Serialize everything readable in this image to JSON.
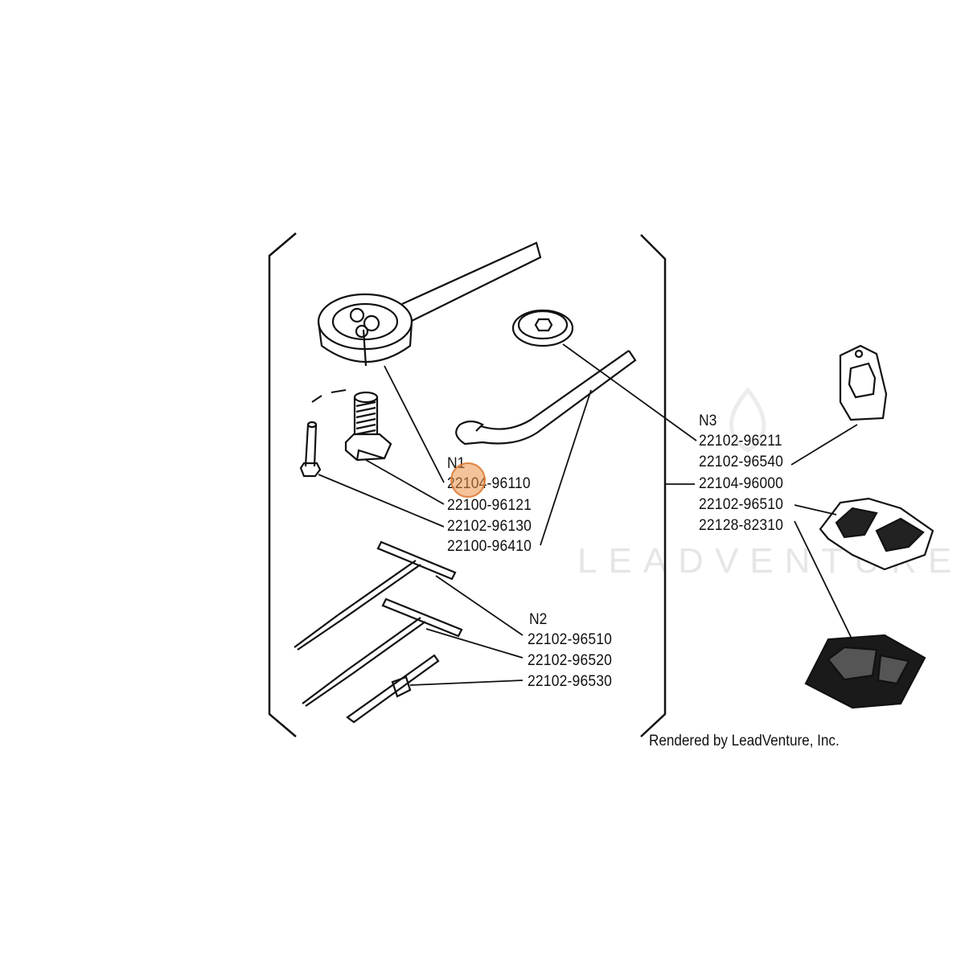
{
  "watermark": "LEADVENTURE",
  "credit": "Rendered by LeadVenture, Inc.",
  "groups": [
    {
      "label": "N1",
      "parts": [
        "22104-96110",
        "22100-96121",
        "22102-96130",
        "22100-96410"
      ]
    },
    {
      "label": "N2",
      "parts": [
        "22102-96510",
        "22102-96520",
        "22102-96530"
      ]
    },
    {
      "label": "N3",
      "parts": [
        "22102-96211",
        "22102-96540",
        "22104-96000",
        "22102-96510",
        "22128-82310"
      ]
    }
  ],
  "hotspot": {
    "part": "22104-96110",
    "color": "#eb9146"
  }
}
